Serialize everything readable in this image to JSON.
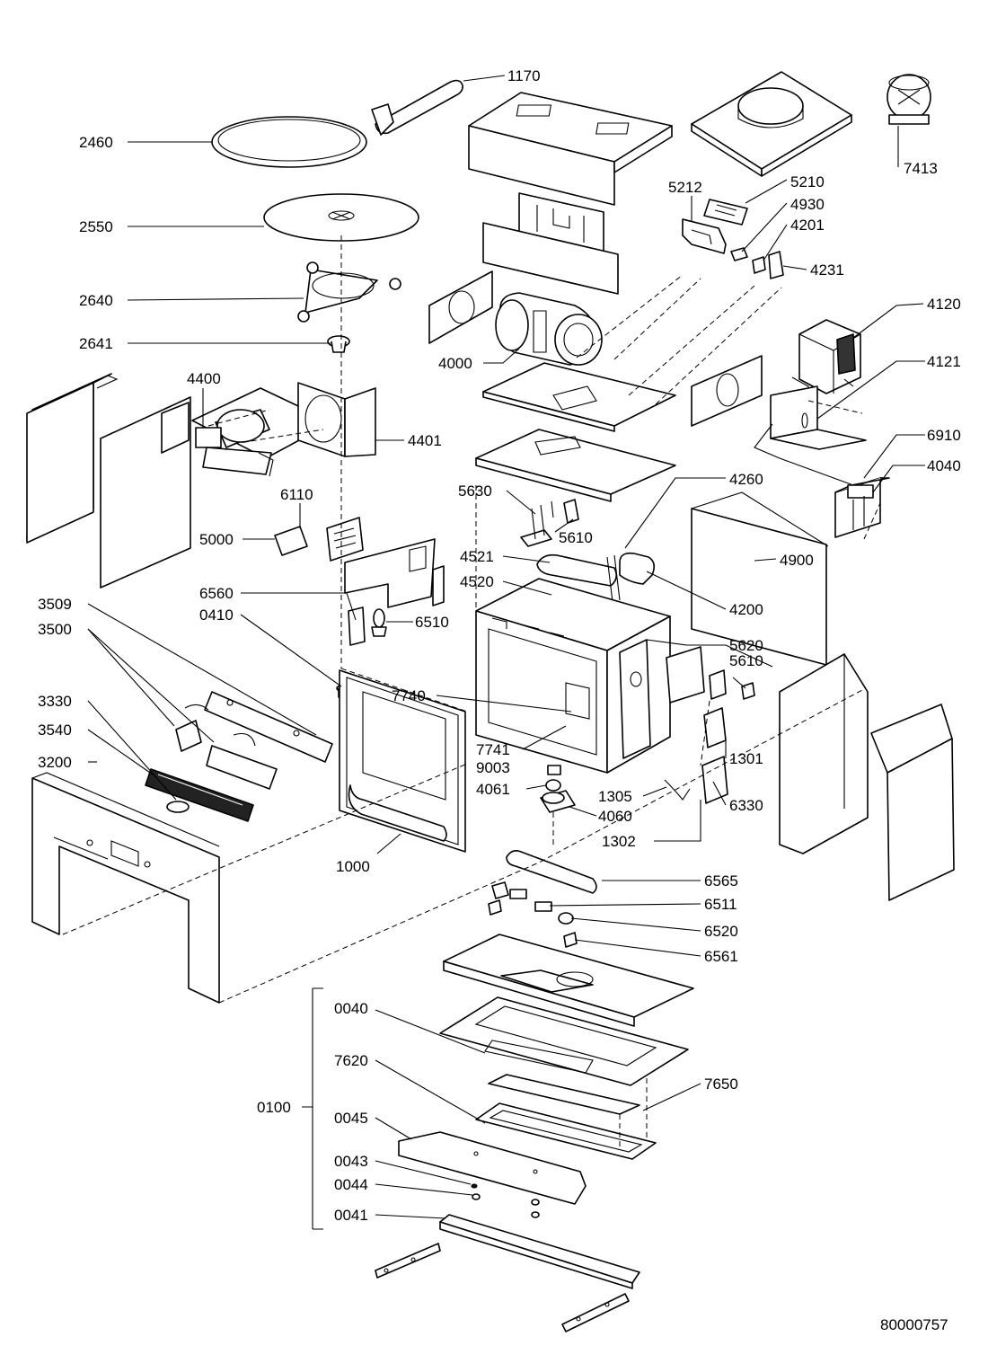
{
  "document_number": "80000757",
  "part_labels": {
    "p1170": "1170",
    "p2460": "2460",
    "p7413": "7413",
    "p2550": "2550",
    "p5212": "5212",
    "p5210": "5210",
    "p4930": "4930",
    "p4201": "4201",
    "p4231": "4231",
    "p2640": "2640",
    "p4120": "4120",
    "p2641": "2641",
    "p4000": "4000",
    "p4121": "4121",
    "p4400": "4400",
    "p4401": "4401",
    "p6910": "6910",
    "p4040": "4040",
    "p6110": "6110",
    "p4260": "4260",
    "p5630": "5630",
    "p5000": "5000",
    "p5610a": "5610",
    "p4521": "4521",
    "p4900": "4900",
    "p4520": "4520",
    "p6560": "6560",
    "p4200": "4200",
    "p3509": "3509",
    "p0410": "0410",
    "p6510": "6510",
    "p3500": "3500",
    "p5620": "5620",
    "p5610b": "5610",
    "p7740": "7740",
    "p3330": "3330",
    "p3540": "3540",
    "p7741": "7741",
    "p1301": "1301",
    "p9003": "9003",
    "p3200": "3200",
    "p4061": "4061",
    "p1305": "1305",
    "p6330": "6330",
    "p4060": "4060",
    "p1302": "1302",
    "p1000": "1000",
    "p6565": "6565",
    "p6511": "6511",
    "p6520": "6520",
    "p6561": "6561",
    "p0040": "0040",
    "p7620": "7620",
    "p7650": "7650",
    "p0100": "0100",
    "p0045": "0045",
    "p0043": "0043",
    "p0044": "0044",
    "p0041": "0041"
  }
}
